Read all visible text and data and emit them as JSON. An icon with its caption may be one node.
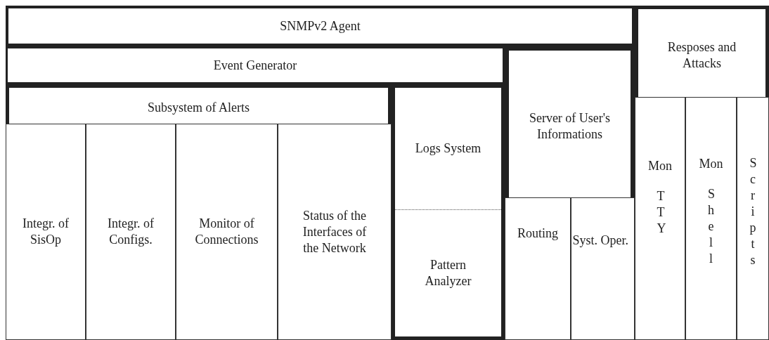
{
  "diagram": {
    "nodes": [
      {
        "text": [
          "SNMPv2 Agent"
        ]
      },
      {
        "text": [
          "Event Generator"
        ]
      },
      {
        "text": [
          "Subsystem of Alerts"
        ]
      },
      {
        "text": [
          "Integr. of SisOp"
        ],
        "in": 2
      },
      {
        "text": [
          "Integr. of Configs."
        ],
        "in": 2
      },
      {
        "text": [
          "Monitor of Connections"
        ],
        "in": 2
      },
      {
        "text": [
          "Status of the Interfaces of the Network"
        ],
        "in": 2
      },
      {
        "text": [
          "Logs System",
          "Pattern Analyzer"
        ]
      },
      {
        "text": [
          "Server of User's Informations"
        ]
      },
      {
        "text": [
          "Routing"
        ],
        "in": 8
      },
      {
        "text": [
          "Syst. Oper."
        ],
        "in": 8
      },
      {
        "text": [
          "Resposes and Attacks"
        ]
      },
      {
        "text": [
          "Mon TTY"
        ],
        "in": 11
      },
      {
        "text": [
          "Mon Shell"
        ],
        "in": 11
      },
      {
        "text": [
          "Scripts"
        ],
        "in": 11
      }
    ],
    "edges": []
  }
}
